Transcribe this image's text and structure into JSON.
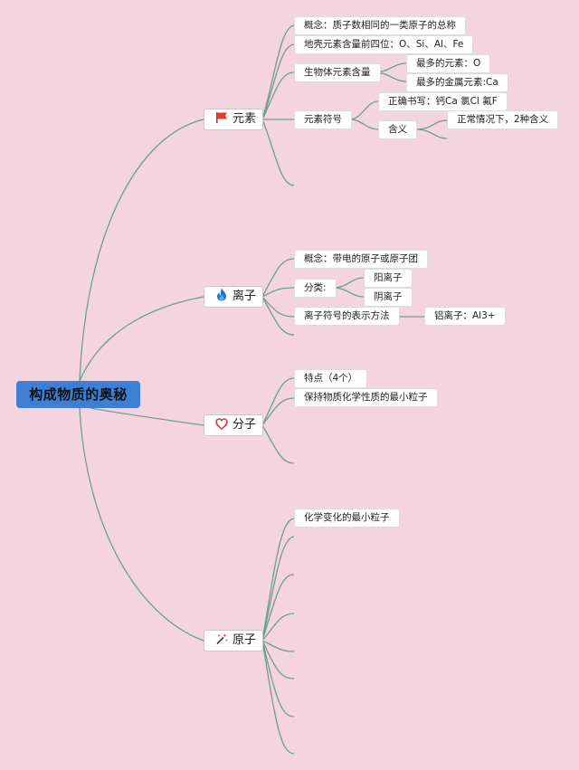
{
  "root": "构成物质的奥秘",
  "colors": {
    "background": "#f4d4de",
    "root": "#3e7fd3",
    "line": "#6f9e88"
  },
  "branches": [
    {
      "label": "元素",
      "icon": "red-flag-icon",
      "children": [
        "概念：质子数相同的一类原子的总称",
        "地壳元素含量前四位：O、Si、Al、Fe",
        "生物体元素含量",
        "最多的元素：O",
        "最多的金属元素:Ca",
        "元素符号",
        "正确书写：钙Ca 氯Cl 氟F",
        "含义",
        "正常情况下，2种含义"
      ]
    },
    {
      "label": "离子",
      "icon": "flame-icon",
      "children": [
        "概念：带电的原子或原子团",
        "分类:",
        "阳离子",
        "阴离子",
        "离子符号的表示方法",
        "铝离子：Al3+"
      ]
    },
    {
      "label": "分子",
      "icon": "heart-icon",
      "children": [
        "特点（4个）",
        "保持物质化学性质的最小粒子"
      ]
    },
    {
      "label": "原子",
      "icon": "magic-wand-icon",
      "children": [
        "化学变化的最小粒子"
      ]
    }
  ]
}
